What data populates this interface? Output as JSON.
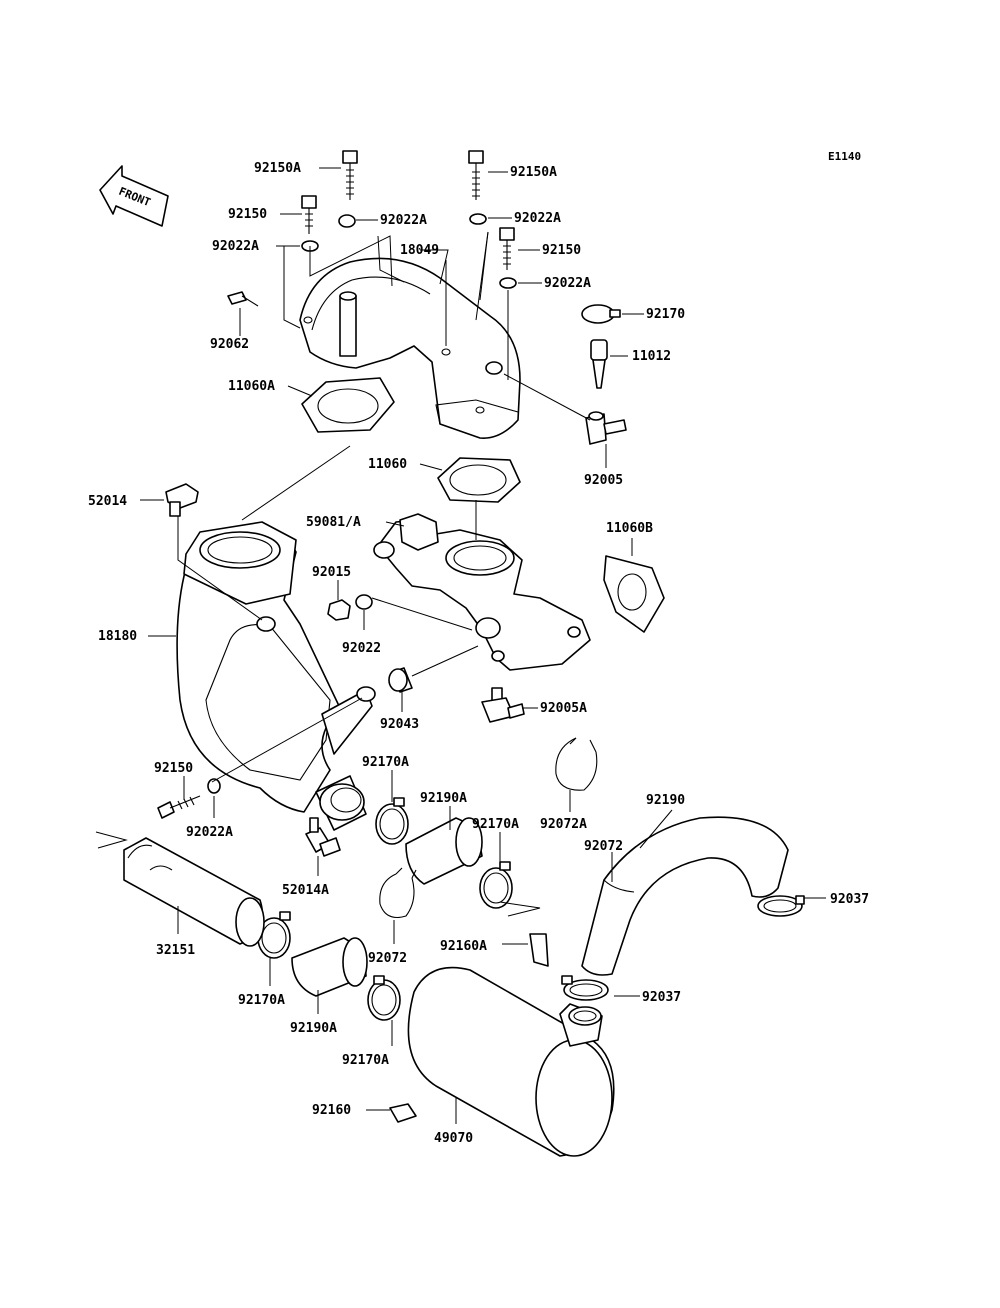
{
  "diagram_code": "E1140",
  "front_label": "FRONT",
  "labels": {
    "l92150A_a": "92150A",
    "l92150A_b": "92150A",
    "l92150_a": "92150",
    "l92022A_a": "92022A",
    "l92022A_b": "92022A",
    "l92022A_c": "92022A",
    "l18049": "18049",
    "l92150_b": "92150",
    "l92022A_d": "92022A",
    "l92062": "92062",
    "l92170": "92170",
    "l11012": "11012",
    "l11060A": "11060A",
    "l11060": "11060",
    "l92005": "92005",
    "l52014": "52014",
    "l59081A": "59081/A",
    "l11060B": "11060B",
    "l92015": "92015",
    "l18180": "18180",
    "l92022": "92022",
    "l92005A": "92005A",
    "l92043": "92043",
    "l92150_c": "92150",
    "l92170A_a": "92170A",
    "l92190A_a": "92190A",
    "l92022A_e": "92022A",
    "l92170A_b": "92170A",
    "l92072A": "92072A",
    "l92190": "92190",
    "l92072_a": "92072",
    "l52014A": "52014A",
    "l92037_a": "92037",
    "l32151": "32151",
    "l92160A": "92160A",
    "l92072_b": "92072",
    "l92037_b": "92037",
    "l92170A_c": "92170A",
    "l92190A_b": "92190A",
    "l92170A_d": "92170A",
    "l92160": "92160",
    "l49070": "49070"
  }
}
